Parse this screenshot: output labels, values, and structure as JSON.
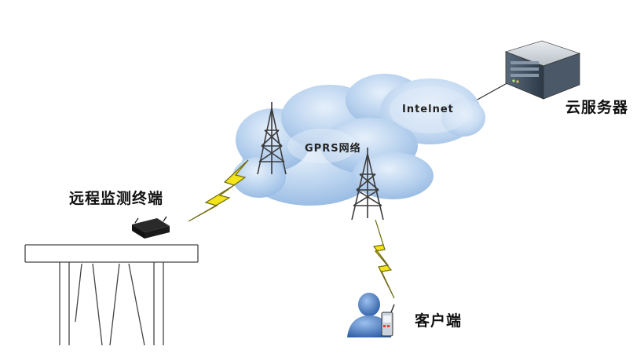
{
  "labels": {
    "remote_terminal": "远程监测终端",
    "cloud_server": "云服务器",
    "client": "客户端",
    "internet": "Intelnet",
    "gprs_network": "GPRS网络"
  },
  "colors": {
    "cloud_fill": "#a9c8ea",
    "cloud_highlight": "#dbe9f8",
    "lightning": "#f2e418",
    "lightning_edge": "#6f6a10",
    "tower": "#3d3d3d",
    "server_body": "#3c4a5a",
    "person": "#3d6fb5"
  },
  "icons": [
    "tower-icon",
    "lightning-bolt-icon",
    "server-icon",
    "monitor-device-icon",
    "person-icon",
    "handheld-device-icon",
    "bridge-icon"
  ]
}
